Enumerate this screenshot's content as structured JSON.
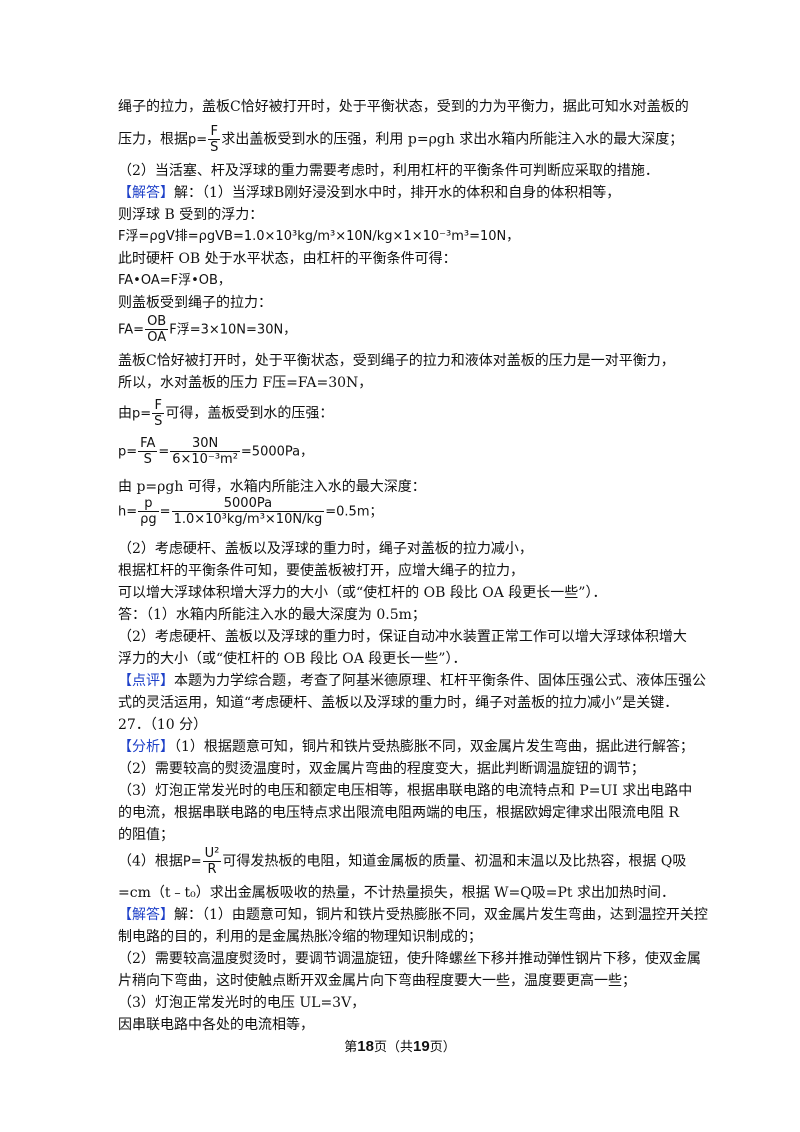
{
  "lines": {
    "l1": "绳子的拉力，盖板C恰好被打开时，处于平衡状态，受到的力为平衡力，据此可知水对盖板的",
    "l2a": "压力，根据",
    "l2b": "求出盖板受到水的压强，利用 p=ρgh 求出水箱内所能注入水的最大深度；",
    "l3": "（2）当活塞、杆及浮球的重力需要考虑时，利用杠杆的平衡条件可判断应采取的措施．",
    "l4tag": "【解答】",
    "l4": "解：（1）当浮球B刚好浸没到水中时，排开水的体积和自身的体积相等，",
    "l5": "则浮球 B 受到的浮力：",
    "l6": "F浮=ρgV排=ρgVB=1.0×10³kg/m³×10N/kg×1×10⁻³m³=10N，",
    "l7": "此时硬杆 OB 处于水平状态，由杠杆的平衡条件可得：",
    "l8": "FA•OA=F浮•OB，",
    "l9": "则盖板受到绳子的拉力：",
    "l10b": "F浮=3×10N=30N，",
    "l11": "盖板C恰好被打开时，处于平衡状态，受到绳子的拉力和液体对盖板的压力是一对平衡力，",
    "l12": "所以，水对盖板的压力 F压=FA=30N，",
    "l13a": "由",
    "l13b": "可得，盖板受到水的压强：",
    "l14b": "=5000Pa，",
    "l15": "由 p=ρgh 可得，水箱内所能注入水的最大深度：",
    "l16b": "=0.5m；",
    "l17": "（2）考虑硬杆、盖板以及浮球的重力时，绳子对盖板的拉力减小，",
    "l18": "根据杠杆的平衡条件可知，要使盖板被打开，应增大绳子的拉力，",
    "l19": "可以增大浮球体积增大浮力的大小（或“使杠杆的 OB 段比 OA 段更长一些”）．",
    "l20": "答：（1）水箱内所能注入水的最大深度为 0.5m；",
    "l21": "（2）考虑硬杆、盖板以及浮球的重力时，保证自动冲水装置正常工作可以增大浮球体积增大",
    "l22": "浮力的大小（或“使杠杆的 OB 段比 OA 段更长一些”）．",
    "l23tag": "【点评】",
    "l23": "本题为力学综合题，考查了阿基米德原理、杠杆平衡条件、固体压强公式、液体压强公",
    "l24": "式的灵活运用，知道“考虑硬杆、盖板以及浮球的重力时，绳子对盖板的拉力减小”是关键．",
    "l25": "27．（10 分）",
    "l26tag": "【分析】",
    "l26": "（1）根据题意可知，铜片和铁片受热膨胀不同，双金属片发生弯曲，据此进行解答；",
    "l27": "（2）需要较高的熨烫温度时，双金属片弯曲的程度变大，据此判断调温旋钮的调节；",
    "l28": "（3）灯泡正常发光时的电压和额定电压相等，根据串联电路的电流特点和 P=UI 求出电路中",
    "l29": "的电流，根据串联电路的电压特点求出限流电阻两端的电压，根据欧姆定律求出限流电阻 R",
    "l30": "的阻值；",
    "l31a": "（4）根据",
    "l31b": "可得发热板的电阻，知道金属板的质量、初温和末温以及比热容，根据 Q吸",
    "l32": "=cm（t﹣t₀）求出金属板吸收的热量，不计热量损失，根据 W=Q吸=Pt 求出加热时间．",
    "l33tag": "【解答】",
    "l33": "解：（1）由题意可知，铜片和铁片受热膨胀不同，双金属片发生弯曲，达到温控开关控",
    "l34": "制电路的目的，利用的是金属热胀冷缩的物理知识制成的；",
    "l35": "（2）需要较高温度熨烫时，要调节调温旋钮，使升降螺丝下移并推动弹性钢片下移，使双金属",
    "l36": "片稍向下弯曲，这时使触点断开双金属片向下弯曲程度要大一些，温度要更高一些；",
    "l37": "（3）灯泡正常发光时的电压 UL=3V，",
    "l38": "因串联电路中各处的电流相等，"
  },
  "formulas": {
    "p_eq": "p=",
    "f_F": "F",
    "f_S": "S",
    "fa_eq": "FA=",
    "f_OB": "OB",
    "f_OA": "OA",
    "p2_eq": "p=",
    "f_FA": "FA",
    "f_S2": "S",
    "f_30N": "30N",
    "f_area": "6×10⁻³m²",
    "h_eq": "h=",
    "f_p": "p",
    "f_rhog": "ρg",
    "f_5000": "5000Pa",
    "f_den": "1.0×10³kg/m³×10N/kg",
    "P_eq": "P=",
    "f_U2": "U²",
    "f_R": "R"
  },
  "footer": {
    "pre": "第",
    "page": "18",
    "mid": "页（共",
    "total": "19",
    "post": "页）"
  },
  "colors": {
    "tag": "#1e40c8",
    "text": "#111111"
  }
}
